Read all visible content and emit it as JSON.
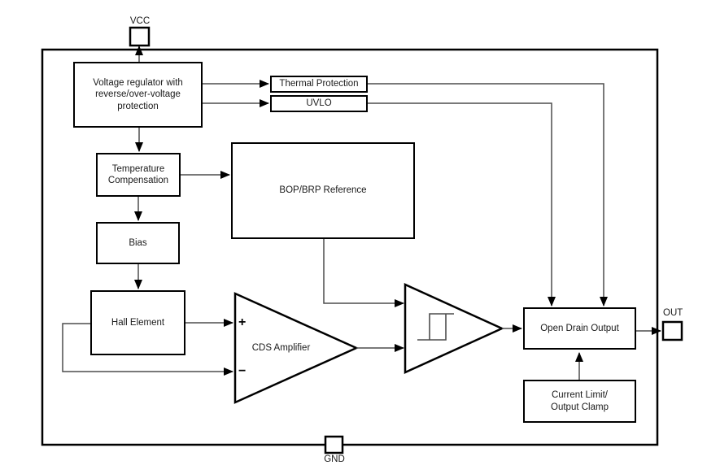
{
  "diagram": {
    "type": "ic-functional-block-diagram",
    "pins": {
      "vcc": "VCC",
      "gnd": "GND",
      "out": "OUT"
    },
    "blocks": {
      "voltage_regulator": {
        "lines": [
          "Voltage regulator with",
          "reverse/over-voltage",
          "protection"
        ]
      },
      "thermal_protection": {
        "label": "Thermal Protection"
      },
      "uvlo": {
        "label": "UVLO"
      },
      "temperature_compensation": {
        "lines": [
          "Temperature",
          "Compensation"
        ]
      },
      "bias": {
        "label": "Bias"
      },
      "hall_element": {
        "label": "Hall Element"
      },
      "bop_brp_reference": {
        "label": "BOP/BRP Reference"
      },
      "cds_amplifier": {
        "label": "CDS Amplifier",
        "plus": "+",
        "minus": "−"
      },
      "schmitt_trigger": {
        "symbol": "hysteresis-icon"
      },
      "open_drain_output": {
        "label": "Open Drain Output"
      },
      "current_limit": {
        "lines": [
          "Current Limit/",
          "Output Clamp"
        ]
      }
    },
    "colors": {
      "background": "#ffffff",
      "box_border": "#000000",
      "wire": "#4d4d4d",
      "arrow": "#000000"
    }
  }
}
